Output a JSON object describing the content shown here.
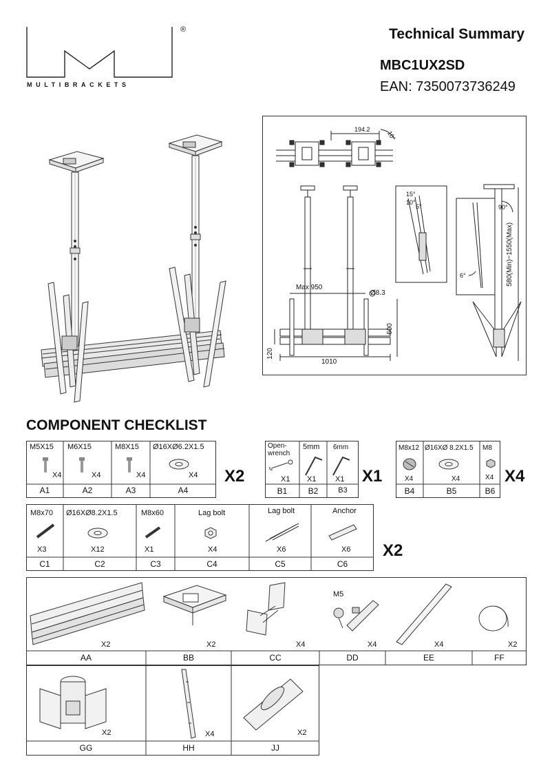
{
  "brand": {
    "name": "MULTIBRACKETS",
    "registered": "®"
  },
  "header": {
    "title": "Technical Summary",
    "model": "MBC1UX2SD",
    "ean": "EAN: 7350073736249"
  },
  "drawing_dims": {
    "top_width": "194.2",
    "top_angle": "10°",
    "max_span": "Max 950",
    "hole": "Ø8.3",
    "width": "1010",
    "height": "600",
    "depth": "120",
    "tilt_15": "15°",
    "tilt_10": "10°",
    "tilt_5": "5°",
    "tilt_6": "6°",
    "rot_90": "90°",
    "pole_range": "580(Min)~1550(Max)"
  },
  "checklist_title": "COMPONENT CHECKLIST",
  "group_a": {
    "headers": [
      "M5X15",
      "M6X15",
      "M8X15",
      "Ø16XØ6.2X1.5"
    ],
    "qty": [
      "X4",
      "X4",
      "X4",
      "X4"
    ],
    "ids": [
      "A1",
      "A2",
      "A3",
      "A4"
    ],
    "multiplier": "X2"
  },
  "group_b": {
    "headers": [
      "Open-wrench",
      "5mm",
      "6mm"
    ],
    "qty": [
      "X1",
      "X1",
      "X1"
    ],
    "ids": [
      "B1",
      "B2",
      "B3"
    ],
    "multiplier": "X1"
  },
  "group_b2": {
    "headers": [
      "M8x12",
      "Ø16XØ 8.2X1.5",
      "M8"
    ],
    "qty": [
      "X4",
      "X4",
      "X4"
    ],
    "ids": [
      "B4",
      "B5",
      "B6"
    ],
    "multiplier": "X4"
  },
  "group_c": {
    "headers": [
      "M8x70",
      "Ø16XØ8.2X1.5",
      "M8x60",
      "Lag bolt",
      "Lag bolt",
      "Anchor"
    ],
    "qty": [
      "X3",
      "X12",
      "X1",
      "X4",
      "X6",
      "X6"
    ],
    "ids": [
      "C1",
      "C2",
      "C3",
      "C4",
      "C5",
      "C6"
    ],
    "multiplier": "X2"
  },
  "parts_row1": {
    "qty": [
      "X2",
      "X2",
      "X4",
      "X4",
      "X4",
      "X2"
    ],
    "ids": [
      "AA",
      "BB",
      "CC",
      "DD",
      "EE",
      "FF"
    ],
    "dd_note": "M5"
  },
  "parts_row2": {
    "qty": [
      "X2",
      "X4",
      "X2"
    ],
    "ids": [
      "GG",
      "HH",
      "JJ"
    ]
  }
}
